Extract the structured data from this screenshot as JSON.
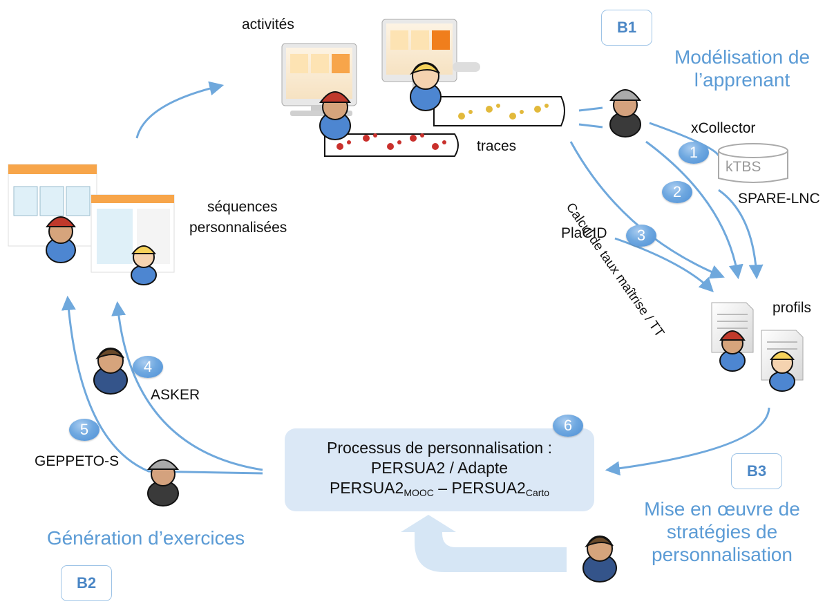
{
  "labels": {
    "activites": "activités",
    "traces": "traces",
    "sequences_line1": "séquences",
    "sequences_line2": "personnalisées",
    "profils": "profils",
    "xcollector": "xCollector",
    "ktbs": "kTBS",
    "spare_lnc": "SPARE-LNC",
    "placid": "PlaCID",
    "calcul": "Calcul de taux maîtrise / TT",
    "asker": "ASKER",
    "geppeto": "GEPPETO-S"
  },
  "blocks": {
    "b1": {
      "tag": "B1",
      "title_line1": "Modélisation de",
      "title_line2": "l’apprenant"
    },
    "b2": {
      "tag": "B2",
      "title": "Génération d’exercices"
    },
    "b3": {
      "tag": "B3",
      "title_line1": "Mise en œuvre de",
      "title_line2": "stratégies de",
      "title_line3": "personnalisation"
    }
  },
  "process": {
    "line1": "Processus de personnalisation :",
    "line2": "PERSUA2 / Adapte",
    "line3_a": "PERSUA2",
    "line3_a_sub": "MOOC",
    "line3_sep": " – ",
    "line3_b": "PERSUA2",
    "line3_b_sub": "Carto"
  },
  "steps": [
    "1",
    "2",
    "3",
    "4",
    "5",
    "6"
  ],
  "colors": {
    "arrow": "#6fa8dc",
    "block_text": "#5b9bd5",
    "process_fill": "#dbe8f6",
    "footprint_red": "#c9302c",
    "footprint_yellow": "#e2b93b"
  }
}
